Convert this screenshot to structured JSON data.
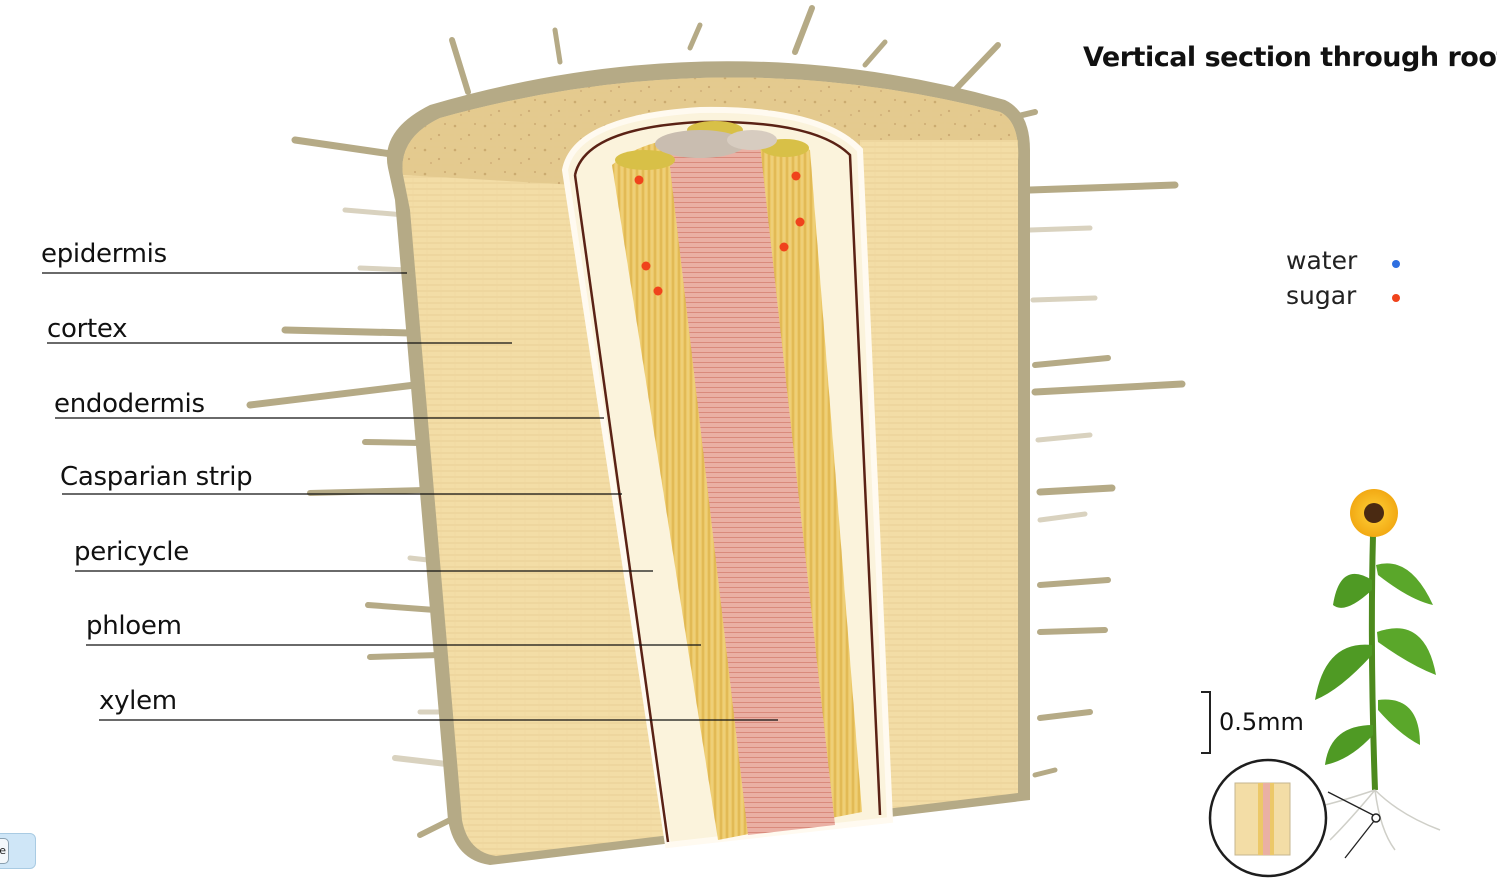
{
  "title": "Vertical section through root",
  "labels": {
    "epidermis": "epidermis",
    "cortex": "cortex",
    "endodermis": "endodermis",
    "casparian": "Casparian strip",
    "pericycle": "pericycle",
    "phloem": "phloem",
    "xylem": "xylem"
  },
  "legend": {
    "water": {
      "label": "water",
      "color": "#2f6fe0"
    },
    "sugar": {
      "label": "sugar",
      "color": "#f0431c"
    }
  },
  "scale_bar": "0.5mm",
  "home_button": "me",
  "colors": {
    "epidermis": "#b5aa86",
    "cortex": "#f3dda6",
    "cortex_top": "#e3c98e",
    "vascular": "#ecc868",
    "xylem": "#eab0a4",
    "casparian": "#5a2215",
    "sugar_dot": "#f0431c"
  }
}
